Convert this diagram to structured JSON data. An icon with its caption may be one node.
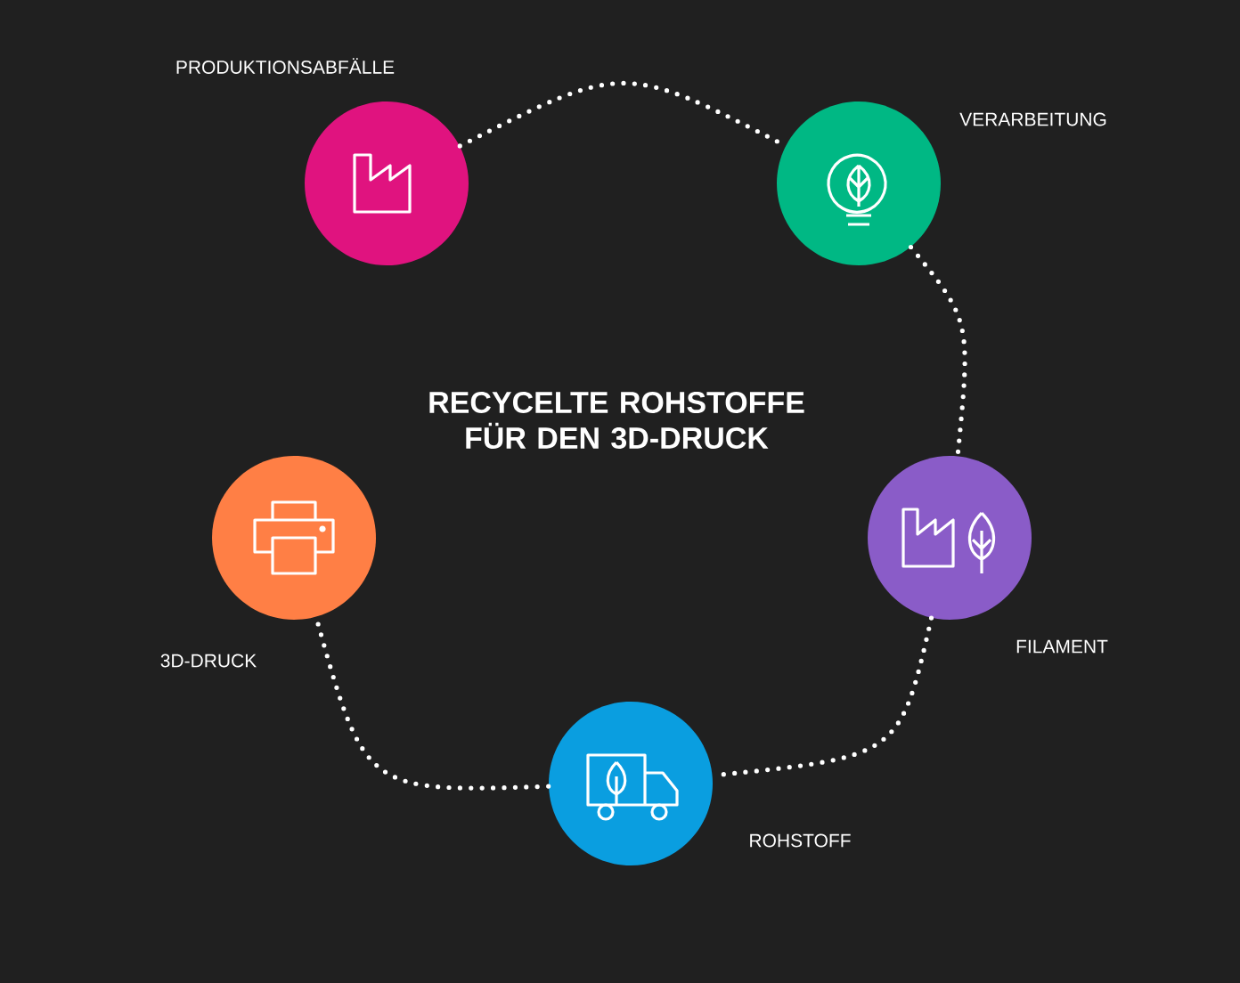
{
  "diagram": {
    "title": "RECYCELTE ROHSTOFFE FÜR DEN 3D-DRUCK",
    "nodes": [
      {
        "text": [
          "PRODUKTIONSABFÄLLE"
        ]
      },
      {
        "text": [
          "VERARBEITUNG"
        ]
      },
      {
        "text": [
          "FILAMENT"
        ]
      },
      {
        "text": [
          "ROHSTOFF"
        ]
      },
      {
        "text": [
          "3D-DRUCK"
        ]
      }
    ],
    "edges": [
      {
        "from": 0,
        "to": 1,
        "arrow": "none"
      },
      {
        "from": 1,
        "to": 2,
        "arrow": "none"
      },
      {
        "from": 2,
        "to": 3,
        "arrow": "none"
      },
      {
        "from": 3,
        "to": 4,
        "arrow": "none"
      }
    ]
  }
}
